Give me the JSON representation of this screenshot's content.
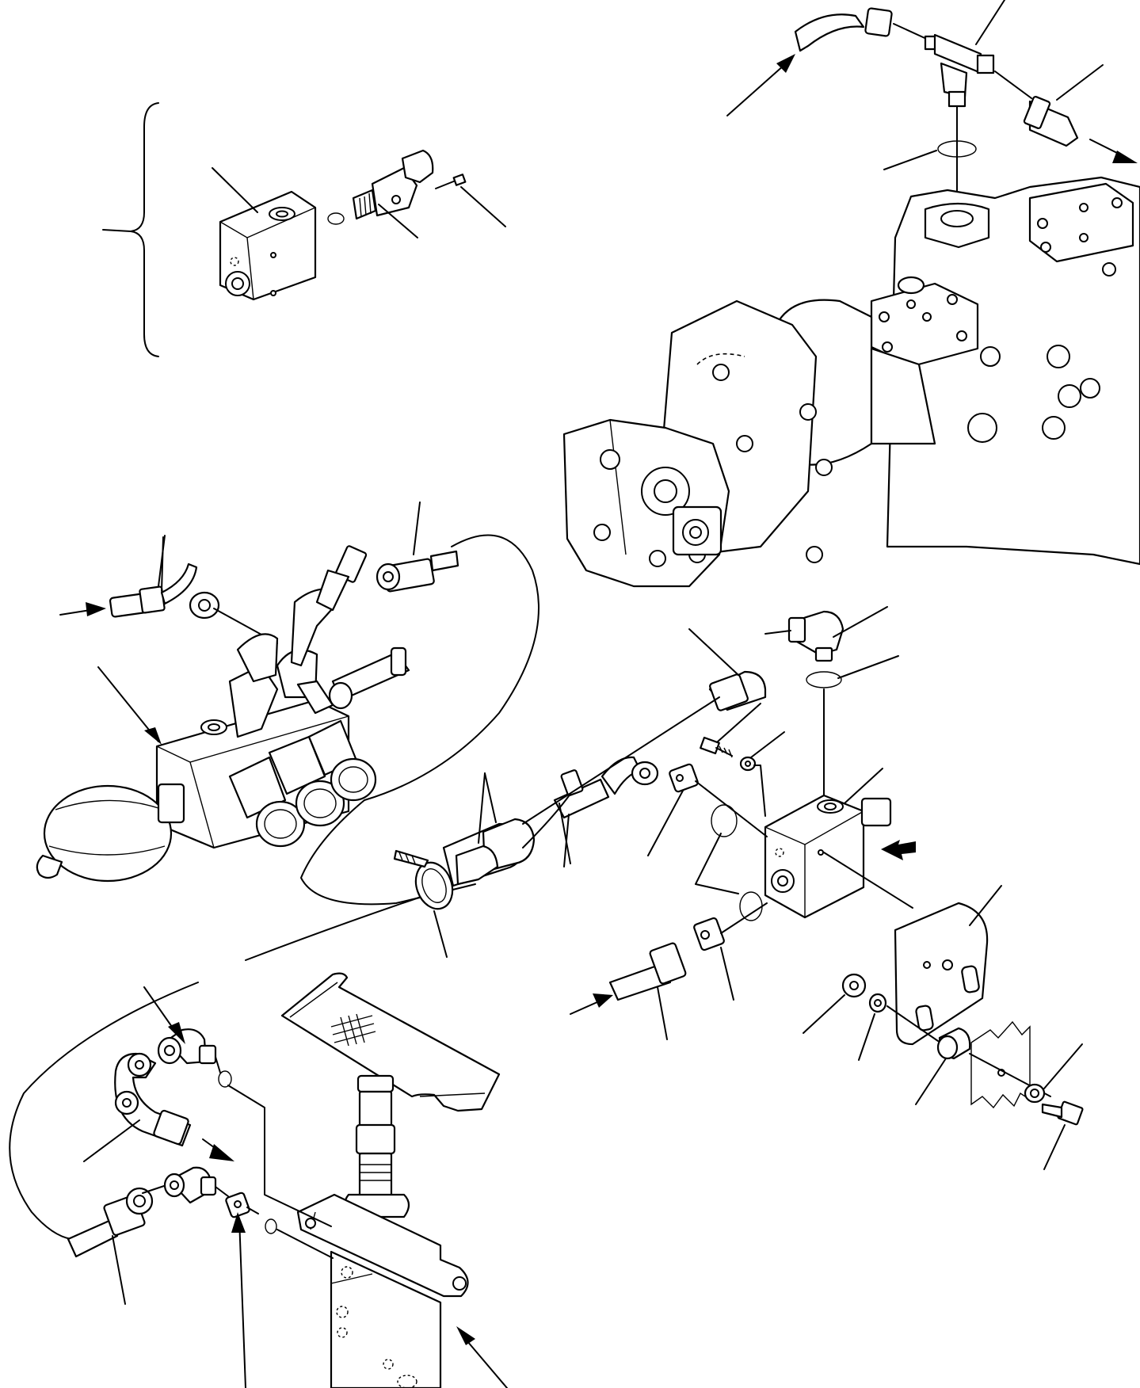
{
  "diagram": {
    "type": "exploded-parts-view",
    "text_labels": [],
    "flow_arrows": [
      "inlet-top-right",
      "outlet-top-right",
      "inlet-left-valve",
      "direction-block-marker",
      "inlet-lower-middle",
      "inlet-pedal-valve-elbow",
      "outlet-pedal-valve-hose"
    ]
  }
}
